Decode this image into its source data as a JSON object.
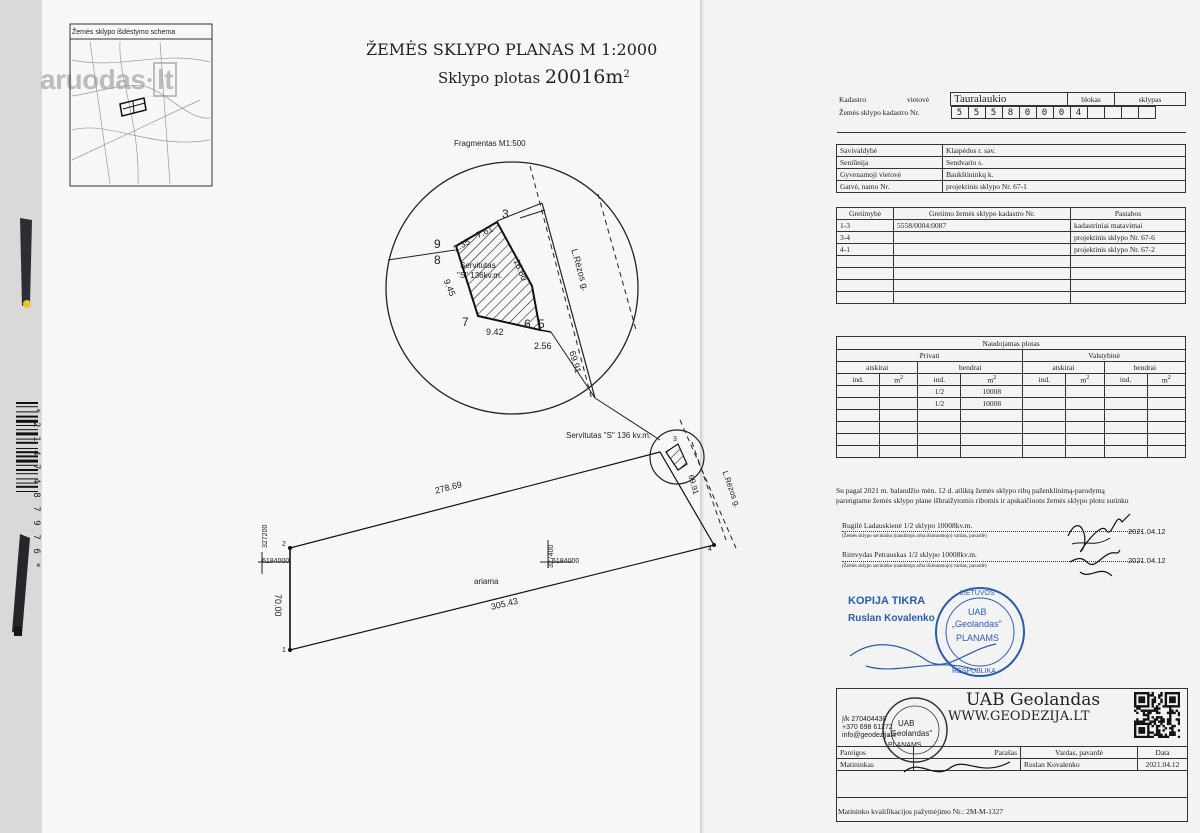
{
  "watermark": "aruodas",
  "watermark_suffix": "lt",
  "barcode_number": "* 2 1 4 7 4 8 7 9 7 6 *",
  "plan": {
    "title": "ŽEMĖS  SKLYPO  PLANAS  M 1:2000",
    "area_label": "Sklypo  plotas",
    "area_value": "20016",
    "area_unit": "m",
    "area_sup": "2",
    "inset_title": "Žemės sklypo išdėstymo schema",
    "fragment_title": "Fragmentas M1:500",
    "street": "L.Rėzos g.",
    "servitude_label": "Servitutas",
    "servitude_letter": "\"S\"",
    "servitude_area": "136kv.m.",
    "servitude_main_label": "Servitutas \"S\" 136 kv.m.",
    "land_use": "ariama",
    "points": [
      "1",
      "2",
      "3",
      "4",
      "5",
      "6",
      "7",
      "8",
      "9"
    ],
    "fragment_dims": [
      "7.61",
      "2.35",
      "16.80",
      "9.45",
      "9.42",
      "2.56",
      "69.91"
    ],
    "dims": [
      "278.69",
      "305.43",
      "70.00",
      "69.91"
    ],
    "coords": [
      "327200",
      "6184000",
      "327400",
      "6184000"
    ]
  },
  "cadastre": {
    "row1": {
      "kadastro": "Kadastro",
      "vietove": "vietovė",
      "vietove_value": "Tauralaukio",
      "blokas": "blokas",
      "sklypas": "sklypas"
    },
    "row2_label": "Žemės sklypo kadastro Nr.",
    "digits": [
      "5",
      "5",
      "5",
      "8",
      "0",
      "0",
      "0",
      "4"
    ],
    "info": [
      {
        "label": "Savivaldybė",
        "value": "Klaipėdos r. sav."
      },
      {
        "label": "Seniūnija",
        "value": "Sendvario s."
      },
      {
        "label": "Gyvenamoji vietovė",
        "value": "Baukštininkų k."
      },
      {
        "label": "Gatvė, namo Nr.",
        "value": "projektinis sklypo Nr. 67-1"
      }
    ],
    "neighbors_header": [
      "Gretimybė",
      "Gretimo žemės sklypo kadastro Nr.",
      "Pastabos"
    ],
    "neighbors": [
      [
        "1-3",
        "5558/0004:0087",
        "kadastriniai matavimai"
      ],
      [
        "3-4",
        "",
        "projektinis sklypo Nr. 67-6"
      ],
      [
        "4-1",
        "",
        "projektinis sklypo Nr. 67-2"
      ],
      [
        "",
        "",
        ""
      ],
      [
        "",
        "",
        ""
      ],
      [
        "",
        "",
        ""
      ],
      [
        "",
        "",
        ""
      ]
    ],
    "usage": {
      "title": "Naudojamas plotas",
      "private": "Privati",
      "state": "Valstybinė",
      "separate": "atskirai",
      "joint": "bendrai",
      "ind": "ind.",
      "m2": "m",
      "sup": "2",
      "rows": [
        [
          "",
          "",
          "1/2",
          "10008",
          "",
          "",
          "",
          ""
        ],
        [
          "",
          "",
          "1/2",
          "10008",
          "",
          "",
          "",
          ""
        ],
        [
          "",
          "",
          "",
          "",
          "",
          "",
          "",
          ""
        ],
        [
          "",
          "",
          "",
          "",
          "",
          "",
          "",
          ""
        ],
        [
          "",
          "",
          "",
          "",
          "",
          "",
          "",
          ""
        ],
        [
          "",
          "",
          "",
          "",
          "",
          "",
          "",
          ""
        ]
      ]
    },
    "agreement_line1": "Su pagal 2021 m. balandžio mėn. 12 d. atliktą žemės sklypo ribų paženklinimą-parodymą",
    "agreement_line2": "parengtame žemės sklypo plane išbraižytomis ribomis ir apskaičiuotu žemės sklypo plotu sutinku",
    "signers": [
      {
        "name": "Rugilė Ladauskienė 1/2 sklypo 10008kv.m.",
        "date": "2021.04.12",
        "sub": "(Žemės sklypo savininko (naudotojo arba išsinuomojo) vardas, pavardė)"
      },
      {
        "name": "Rimvydas Petrauskas  1/2 sklypo 10008kv.m.",
        "date": "2021.04.12",
        "sub": "(Žemės sklypo savininko (naudotojo arba išsinuomojo) vardas, pavardė)"
      }
    ],
    "copy_true": "KOPIJA TIKRA",
    "copy_name": "Ruslan Kovalenko",
    "stamp_top": "LIETUVOS",
    "stamp_bottom": "RESPUBLIKA",
    "stamp_company": "UAB",
    "stamp_company_name": "„Geolandas\"",
    "stamp_planams": "PLANAMS",
    "company": "UAB Geolandas",
    "website": "WWW.GEODEZIJA.LT",
    "contact": [
      "Į/k 270404430",
      "+370 698 61272",
      "info@geodezija.lt"
    ],
    "footer_header": [
      "Pareigos",
      "Parašas",
      "Vardas, pavardė",
      "Data"
    ],
    "footer_row": [
      "Matininkas",
      "",
      "Ruslan Kovalenko",
      "2021.04.12"
    ],
    "qualification": "Matininko kvalifikacijos pažymėjimo Nr.: 2M-M-1327"
  }
}
